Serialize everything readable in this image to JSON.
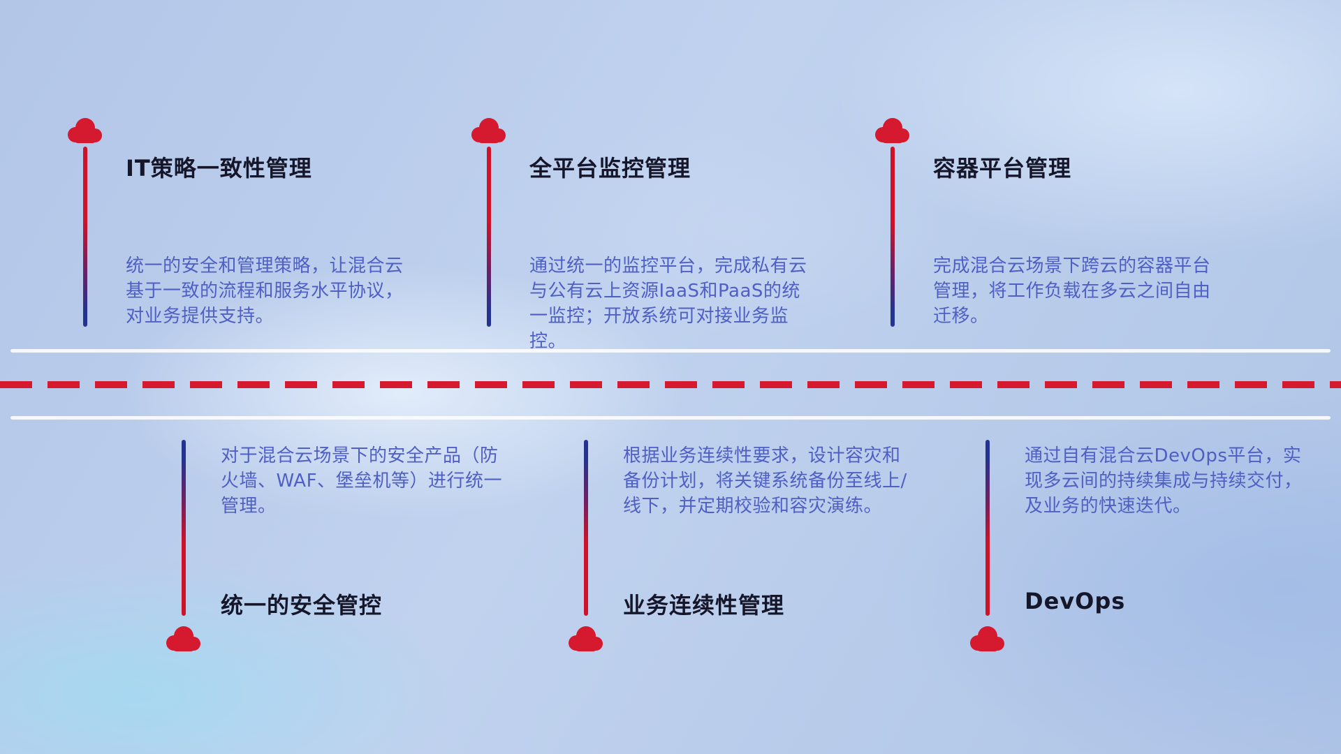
{
  "top_items": [
    {
      "title": "IT策略一致性管理",
      "description": "统一的安全和管理策略，让混合云基于一致的流程和服务水平协议，对业务提供支持。"
    },
    {
      "title": "全平台监控管理",
      "description": "通过统一的监控平台，完成私有云与公有云上资源IaaS和PaaS的统一监控；开放系统可对接业务监控。"
    },
    {
      "title": "容器平台管理",
      "description": "完成混合云场景下跨云的容器平台管理，将工作负载在多云之间自由迁移。"
    }
  ],
  "bottom_items": [
    {
      "title": "统一的安全管控",
      "description": "对于混合云场景下的安全产品（防火墙、WAF、堡垒机等）进行统一管理。"
    },
    {
      "title": "业务连续性管理",
      "description": "根据业务连续性要求，设计容灾和备份计划，将关键系统备份至线上/线下，并定期校验和容灾演练。"
    },
    {
      "title": "DevOps",
      "description": "通过自有混合云DevOps平台，实现多云间的持续集成与持续交付，及业务的快速迭代。"
    }
  ],
  "colors": {
    "accent_red": "#d5192e",
    "accent_blue": "#23338f",
    "title_text": "#15162a",
    "description_text": "#4f5fc4",
    "timeline_solid": "#fafcff"
  }
}
